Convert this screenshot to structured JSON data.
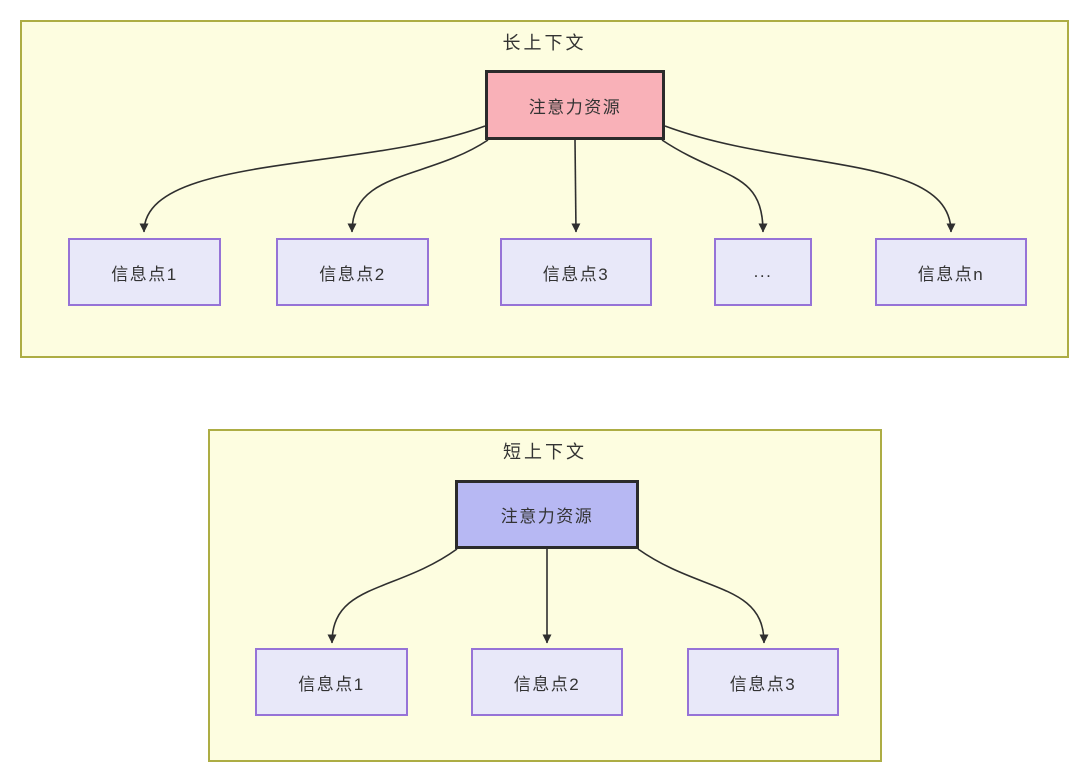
{
  "colors": {
    "page_background": "#FFFFFF",
    "panel_background": "#FDFDE0",
    "panel_border": "#ADAD44",
    "long_source_fill": "#F9B1B8",
    "short_source_fill": "#B7B8F3",
    "target_fill": "#E8E8F9",
    "target_border": "#9673D7",
    "arrow_color": "#2F2F2F",
    "text_color": "#333333"
  },
  "panels": [
    {
      "id": "long-context",
      "title": "长上下文",
      "source": {
        "label": "注意力资源",
        "fill": "#F9B1B8"
      },
      "targets": [
        {
          "label": "信息点1"
        },
        {
          "label": "信息点2"
        },
        {
          "label": "信息点3"
        },
        {
          "label": "..."
        },
        {
          "label": "信息点n"
        }
      ]
    },
    {
      "id": "short-context",
      "title": "短上下文",
      "source": {
        "label": "注意力资源",
        "fill": "#B7B8F3"
      },
      "targets": [
        {
          "label": "信息点1"
        },
        {
          "label": "信息点2"
        },
        {
          "label": "信息点3"
        }
      ]
    }
  ]
}
